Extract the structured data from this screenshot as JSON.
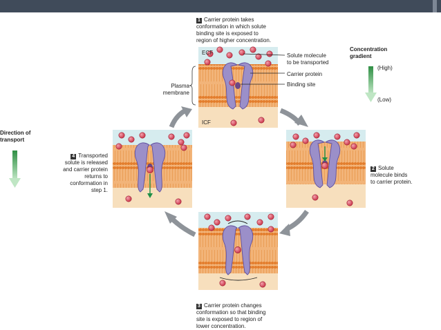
{
  "steps": [
    {
      "num": "1",
      "text": "Carrier protein takes\nconformation in which solute\nbinding site is exposed to\nregion of higher concentration."
    },
    {
      "num": "2",
      "text": "Solute\nmolecule binds\nto carrier protein."
    },
    {
      "num": "3",
      "text": "Carrier protein changes\nconformation so that binding\nsite is exposed to region of\nlower concentration."
    },
    {
      "num": "4",
      "text": "Transported\nsolute is released\nand carrier protein\nreturns to\nconformation in\nstep 1."
    }
  ],
  "labels": {
    "ecf": "ECF",
    "icf": "ICF",
    "plasma_membrane": "Plasma\nmembrane",
    "solute_molecule": "Solute molecule\nto be transported",
    "carrier_protein": "Carrier protein",
    "binding_site": "Binding site"
  },
  "gradient": {
    "title": "Concentration\ngradient",
    "high": "(High)",
    "low": "(Low)"
  },
  "direction": {
    "title": "Direction of\ntransport"
  },
  "colors": {
    "ecf": "#d6ecef",
    "icf": "#f7dfbd",
    "membrane": "#e9913e",
    "protein": "#9b8fc9",
    "solute": "#d43a4e",
    "cycle_arrow": "#8e9399",
    "gradient_arrow": "#4cad5f",
    "topbar": "#404b5a"
  }
}
